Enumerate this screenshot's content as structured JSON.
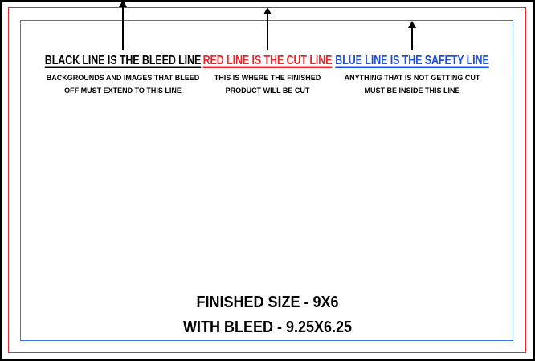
{
  "colors": {
    "bleed": "#000000",
    "cut": "#e8262b",
    "safety": "#3b74e6"
  },
  "notes": {
    "bleed": {
      "title": "BLACK LINE IS THE BLEED LINE",
      "body": [
        "BACKGROUNDS AND IMAGES THAT BLEED",
        "OFF MUST EXTEND TO THIS LINE"
      ]
    },
    "cut": {
      "title": "RED LINE IS THE CUT LINE",
      "body": [
        "THIS IS WHERE THE FINISHED",
        "PRODUCT WILL BE CUT"
      ]
    },
    "safety": {
      "title": "BLUE LINE IS THE SAFETY LINE",
      "body": [
        "ANYTHING THAT IS NOT GETTING CUT",
        "MUST BE INSIDE THIS LINE"
      ]
    }
  },
  "size_info": {
    "finished": "FINISHED SIZE - 9X6",
    "with_bleed": "WITH BLEED - 9.25X6.25"
  }
}
